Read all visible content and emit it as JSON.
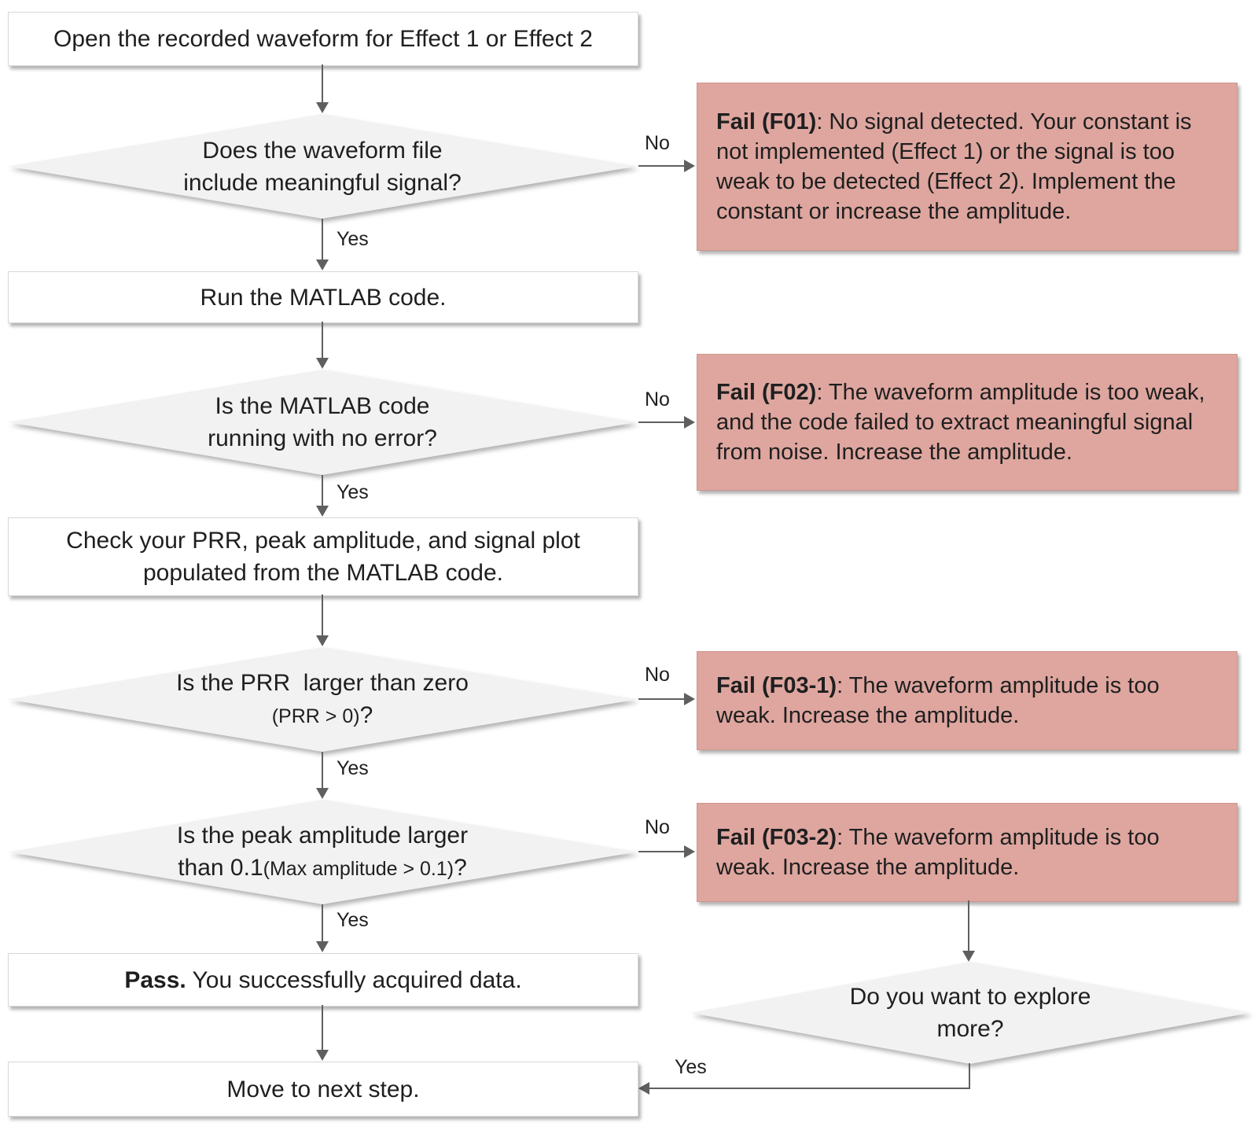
{
  "colors": {
    "fail_bg": "#dea69f",
    "diamond_bg": "#f2f2f2",
    "box_bg": "#ffffff",
    "arrow": "#5f5f5f",
    "text": "#1f1f1f"
  },
  "labels": {
    "yes": "Yes",
    "no": "No"
  },
  "nodes": {
    "start": {
      "text": "Open the recorded waveform for Effect 1 or Effect 2"
    },
    "d1": {
      "line1": "Does the waveform file",
      "line2": "include meaningful signal?"
    },
    "run": {
      "text": "Run the MATLAB code."
    },
    "d2": {
      "line1": "Is the MATLAB code",
      "line2": "running with no error?"
    },
    "check": {
      "line1": "Check your PRR, peak amplitude, and signal plot",
      "line2": "populated from the MATLAB code."
    },
    "d3": {
      "line1": "Is the PRR  larger than zero",
      "line2_small": "(PRR > 0)",
      "line2_tail": "?"
    },
    "d4": {
      "line1": "Is the peak amplitude larger",
      "line2_prefix": "than 0.1",
      "line2_small": "(Max amplitude > 0.1)",
      "line2_tail": "?"
    },
    "pass": {
      "bold": "Pass.",
      "rest": " You successfully acquired data."
    },
    "move": {
      "text": "Move to next step."
    },
    "explore": {
      "line1": "Do you want to explore",
      "line2": "more?"
    },
    "f01": {
      "bold": "Fail (F01)",
      "rest": ": No signal detected. Your constant is not implemented (Effect 1) or the signal is too weak to be detected (Effect 2). Implement the constant or increase the amplitude."
    },
    "f02": {
      "bold": "Fail (F02)",
      "rest": ": The waveform amplitude is too weak, and the code failed to extract meaningful signal from noise. Increase the amplitude."
    },
    "f031": {
      "bold": "Fail (F03-1)",
      "rest": ": The waveform amplitude is too weak. Increase the amplitude."
    },
    "f032": {
      "bold": "Fail (F03-2)",
      "rest": ": The waveform amplitude is too weak. Increase the amplitude."
    }
  }
}
